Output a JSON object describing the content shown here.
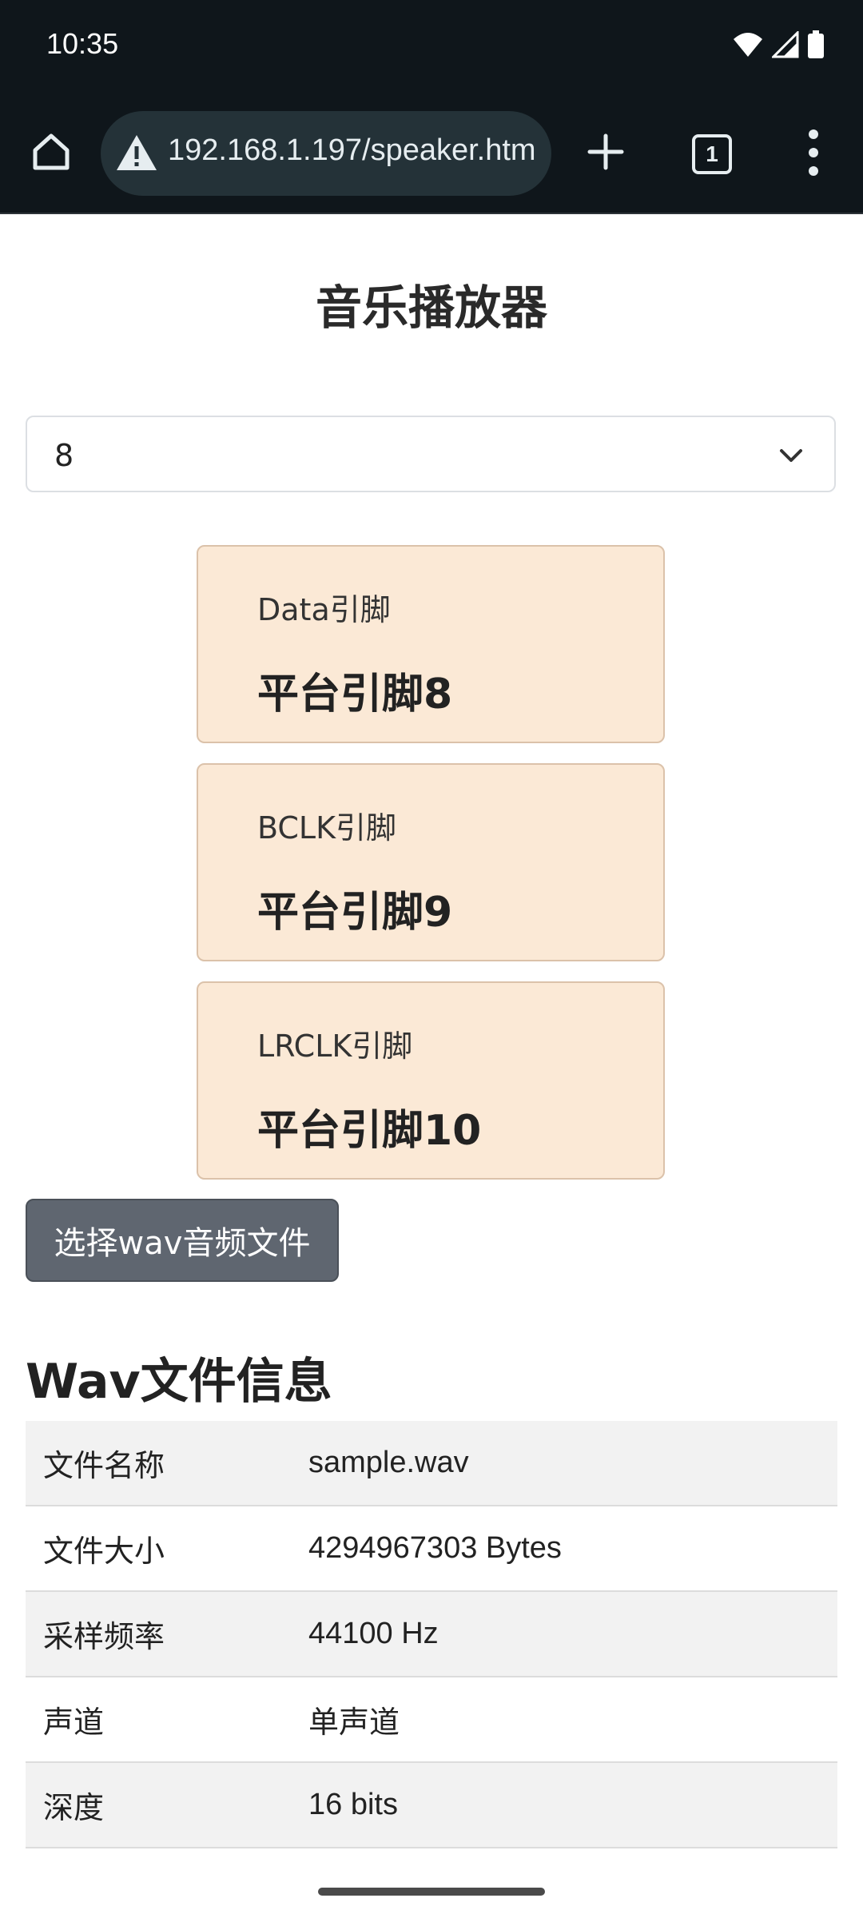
{
  "status_bar": {
    "time": "10:35"
  },
  "browser": {
    "url": "192.168.1.197/speaker.htm",
    "tab_count": "1"
  },
  "page": {
    "title": "音乐播放器"
  },
  "pin_select": {
    "selected": "8"
  },
  "pins": [
    {
      "label": "Data引脚",
      "value": "平台引脚8"
    },
    {
      "label": "BCLK引脚",
      "value": "平台引脚9"
    },
    {
      "label": "LRCLK引脚",
      "value": "平台引脚10"
    }
  ],
  "file_button": {
    "label": "选择wav音频文件"
  },
  "wav_info": {
    "title": "Wav文件信息",
    "rows": [
      {
        "key": "文件名称",
        "value": "sample.wav"
      },
      {
        "key": "文件大小",
        "value": "4294967303 Bytes"
      },
      {
        "key": "采样频率",
        "value": "44100 Hz"
      },
      {
        "key": "声道",
        "value": "单声道"
      },
      {
        "key": "深度",
        "value": "16 bits"
      }
    ]
  },
  "icons": [
    "wifi-icon",
    "signal-icon",
    "battery-icon",
    "home-icon",
    "warning-icon",
    "plus-icon",
    "tabs-icon",
    "more-vert-icon",
    "chevron-down-icon"
  ]
}
